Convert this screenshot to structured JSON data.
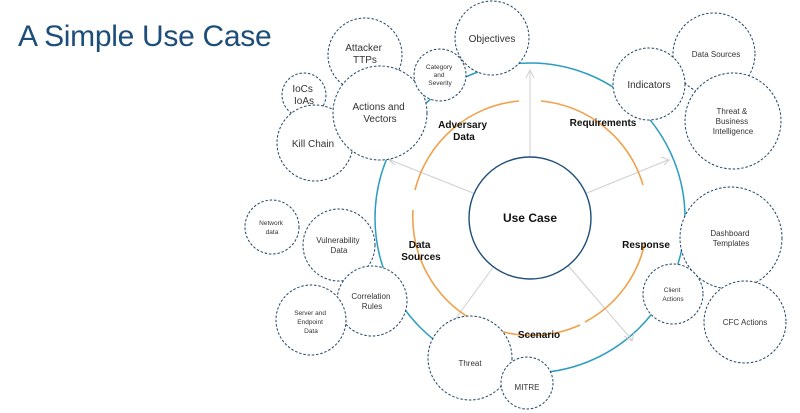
{
  "title": "A Simple Use Case",
  "core": {
    "label": "Use Case"
  },
  "sections": {
    "adversary_data": [
      "Adversary",
      "Data"
    ],
    "requirements": [
      "Requirements"
    ],
    "response": [
      "Response"
    ],
    "scenario": [
      "Scenario"
    ],
    "data_sources": [
      "Data",
      "Sources"
    ]
  },
  "nodes": {
    "attacker_ttps": [
      "Attacker",
      "TTPs"
    ],
    "objectives": [
      "Objectives"
    ],
    "category_severity": [
      "Category",
      "and",
      "Severity"
    ],
    "iocs_ioas": [
      "IoCs",
      "IoAs"
    ],
    "actions_vectors": [
      "Actions and",
      "Vectors"
    ],
    "kill_chain": [
      "Kill Chain"
    ],
    "data_sources_node": [
      "Data Sources"
    ],
    "indicators": [
      "Indicators"
    ],
    "threat_business_intel": [
      "Threat &",
      "Business",
      "Intelligence"
    ],
    "network_data": [
      "Network",
      "data"
    ],
    "vulnerability_data": [
      "Vulnerability",
      "Data"
    ],
    "correlation_rules": [
      "Correlation",
      "Rules"
    ],
    "server_endpoint_data": [
      "Server and",
      "Endpoint",
      "Data"
    ],
    "dashboard_templates": [
      "Dashboard",
      "Templates"
    ],
    "client_actions": [
      "Client",
      "Actions"
    ],
    "cfc_actions": [
      "CFC Actions"
    ],
    "threat": [
      "Threat"
    ],
    "mitre": [
      "MITRE"
    ]
  },
  "colors": {
    "title": "#1d4e7a",
    "outer_ring": "#2c9cc0",
    "orange_arc": "#f0a14a",
    "core_ring": "#1d4e7a",
    "node_stroke": "#1f4466",
    "spoke": "#cfcfcf"
  }
}
